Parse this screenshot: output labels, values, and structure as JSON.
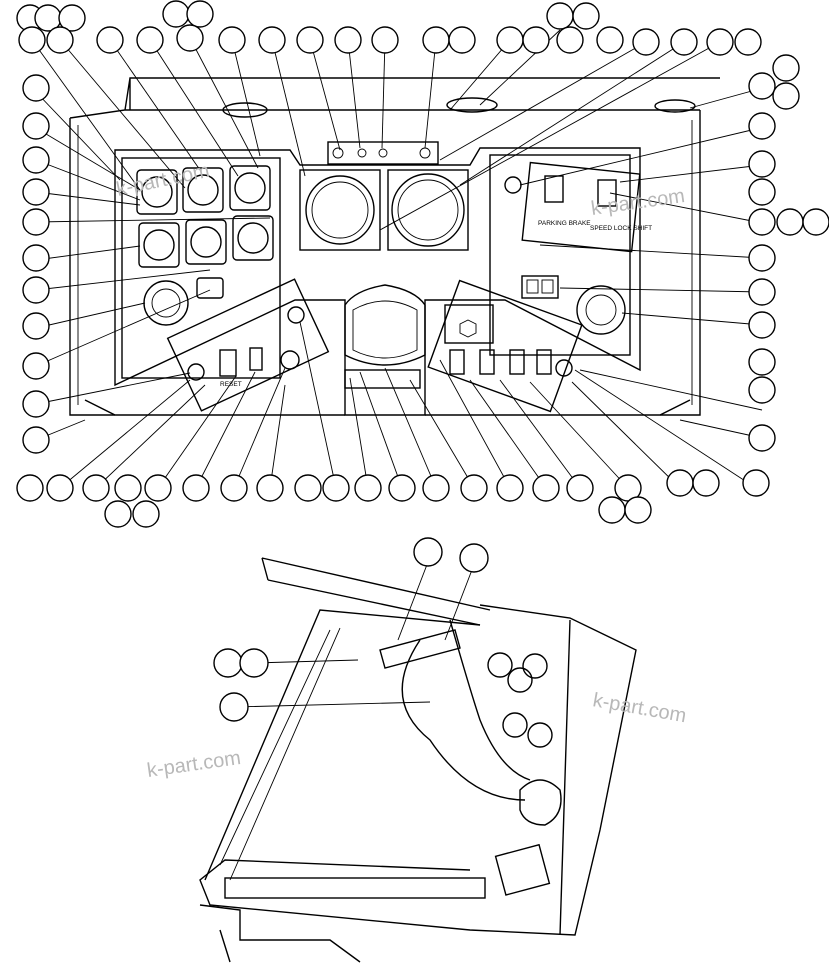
{
  "watermark_text": "k-part.com",
  "panel_labels": {
    "reset": "RESET",
    "brake_title": "PARKING BRAKE",
    "speed_title": "SPEED LOCK SHIFT"
  },
  "colors": {
    "line": "#000000",
    "watermark": "#b8b8b8",
    "background": "#ffffff"
  }
}
